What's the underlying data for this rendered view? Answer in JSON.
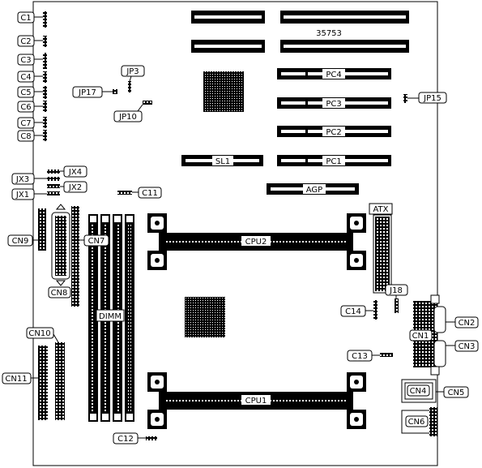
{
  "board": {
    "model_number": "35753",
    "slots": {
      "pc4": "PC4",
      "pc3": "PC3",
      "pc2": "PC2",
      "pc1": "PC1",
      "sl1": "SL1",
      "agp": "AGP",
      "cpu1": "CPU1",
      "cpu2": "CPU2",
      "dimm": "DIMM",
      "atx": "ATX"
    },
    "connectors": {
      "c1": "C1",
      "c2": "C2",
      "c3": "C3",
      "c4": "C4",
      "c5": "C5",
      "c6": "C6",
      "c7": "C7",
      "c8": "C8",
      "c11": "C11",
      "c12": "C12",
      "c13": "C13",
      "c14": "C14",
      "cn1": "CN1",
      "cn2": "CN2",
      "cn3": "CN3",
      "cn4": "CN4",
      "cn5": "CN5",
      "cn6": "CN6",
      "cn7": "CN7",
      "cn8": "CN8",
      "cn9": "CN9",
      "cn10": "CN10",
      "cn11": "CN11"
    },
    "jumpers": {
      "jp3": "JP3",
      "jp10": "JP10",
      "jp15": "JP15",
      "jp17": "JP17",
      "j18": "J18",
      "jx1": "JX1",
      "jx2": "JX2",
      "jx3": "JX3",
      "jx4": "JX4"
    }
  }
}
